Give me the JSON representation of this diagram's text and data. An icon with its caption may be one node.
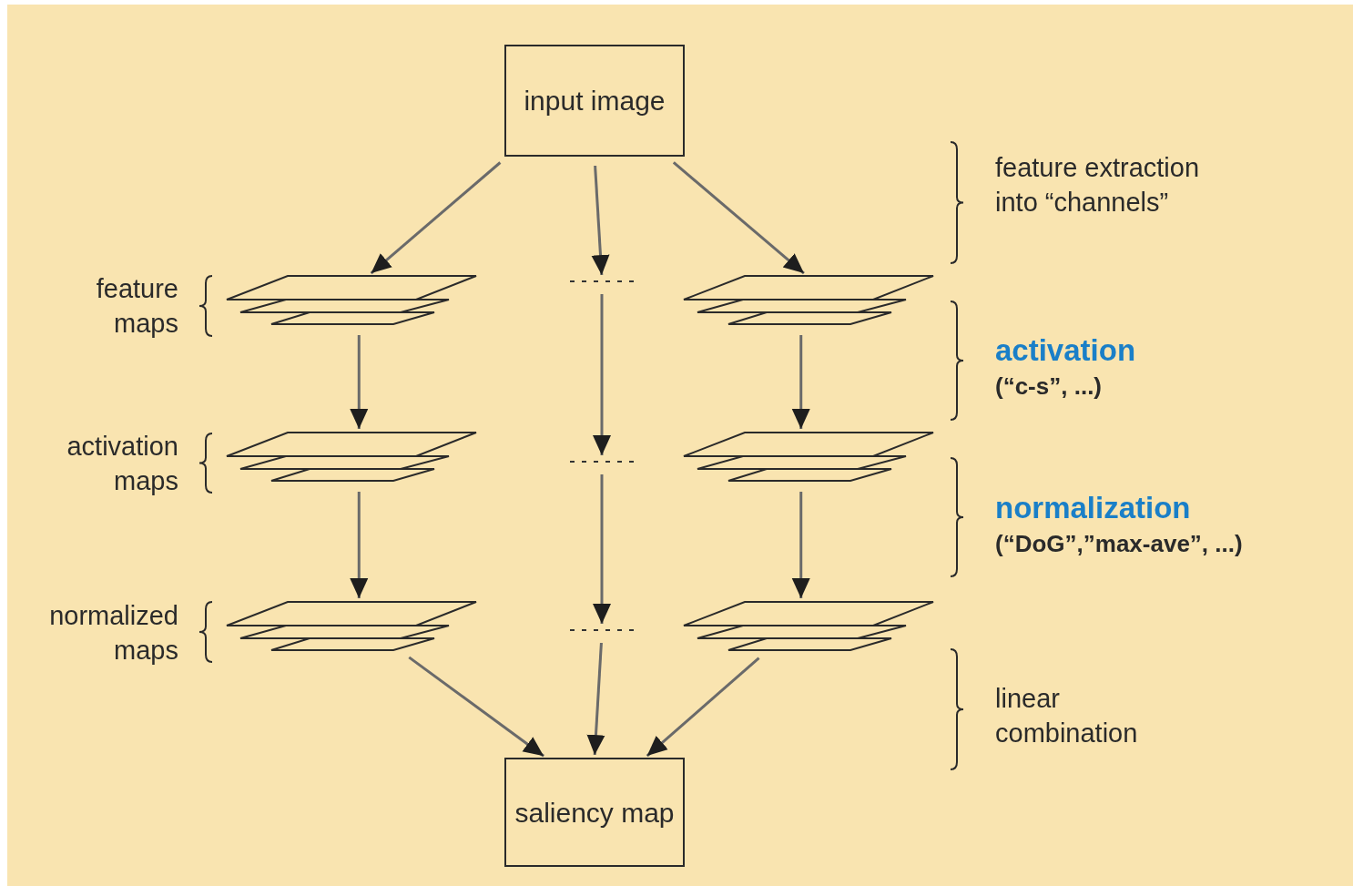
{
  "diagram": {
    "nodes": [
      {
        "text": [
          "input image"
        ]
      },
      {
        "text": [],
        "shape": "stack"
      },
      {
        "text": [],
        "shape": "dots"
      },
      {
        "text": [],
        "shape": "stack"
      },
      {
        "text": [],
        "shape": "stack"
      },
      {
        "text": [],
        "shape": "dots"
      },
      {
        "text": [],
        "shape": "stack"
      },
      {
        "text": [],
        "shape": "stack"
      },
      {
        "text": [],
        "shape": "dots"
      },
      {
        "text": [],
        "shape": "stack"
      },
      {
        "text": [
          "saliency map"
        ]
      }
    ],
    "edges": [
      {
        "from": 0,
        "to": 1,
        "arrow": "to"
      },
      {
        "from": 0,
        "to": 2,
        "arrow": "to"
      },
      {
        "from": 0,
        "to": 3,
        "arrow": "to"
      },
      {
        "from": 1,
        "to": 4,
        "arrow": "to"
      },
      {
        "from": 2,
        "to": 5,
        "arrow": "to"
      },
      {
        "from": 3,
        "to": 6,
        "arrow": "to"
      },
      {
        "from": 4,
        "to": 7,
        "arrow": "to"
      },
      {
        "from": 5,
        "to": 8,
        "arrow": "to"
      },
      {
        "from": 6,
        "to": 9,
        "arrow": "to"
      },
      {
        "from": 7,
        "to": 10,
        "arrow": "to"
      },
      {
        "from": 8,
        "to": 10,
        "arrow": "to"
      },
      {
        "from": 9,
        "to": 10,
        "arrow": "to"
      }
    ],
    "labels": [
      "feature extraction into “channels”",
      "feature maps",
      "activation",
      "(“c-s”, ...)",
      "activation maps",
      "normalization",
      "(“DoG”,”max-ave”, ...)",
      "normalized maps",
      "linear combination"
    ]
  }
}
